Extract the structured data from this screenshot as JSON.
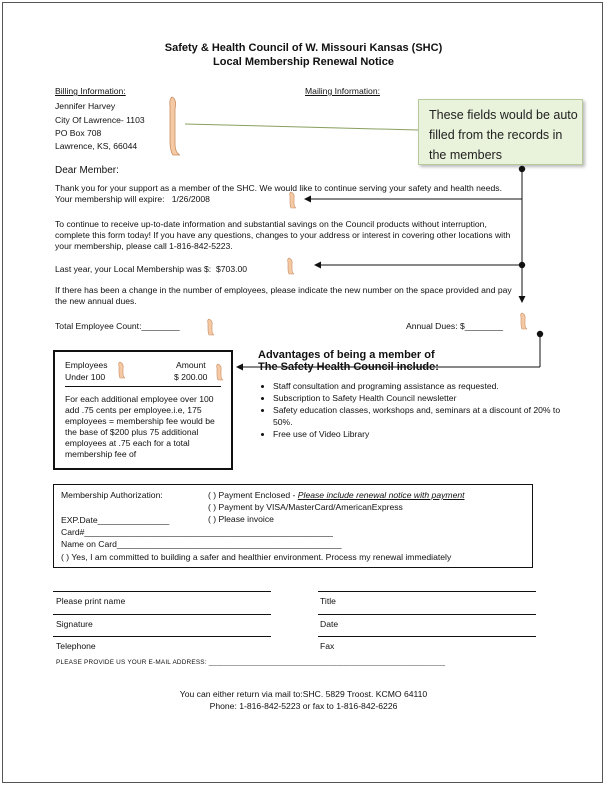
{
  "header": {
    "title_line1": "Safety & Health Council of W. Missouri  Kansas (SHC)",
    "title_line2": "Local Membership Renewal Notice"
  },
  "billing": {
    "heading": "Billing Information:",
    "lines": [
      "Jennifer  Harvey",
      "City Of Lawrence- 1103",
      "PO Box 708",
      "Lawrence,  KS,  66044"
    ]
  },
  "mailing": {
    "heading": "Mailing Information:"
  },
  "callout": {
    "text": "These fields would be auto filled from the records in the members"
  },
  "letter": {
    "greeting": "Dear Member:",
    "para1": "Thank you for your support as a member of the SHC. We would like to continue serving your safety and health needs.  Your membership will expire:",
    "expire_date": "1/26/2008",
    "para2": "To continue to receive up-to-date information and substantial savings on the Council products without interruption, complete this form today! If you have any questions, changes to your address or interest in covering other locations with your membership, please call 1-816-842-5223.",
    "last_year_label": "Last year, your Local Membership was $:",
    "last_year_amount": "$703.00",
    "para3": "If there has been a change in the number of employees, please indicate the new number on the space provided and pay the new annual dues.",
    "employee_count_label": "Total Employee Count:________",
    "annual_dues_label": "Annual Dues: $________"
  },
  "fee_box": {
    "col1_header": "Employees",
    "col2_header": "Amount",
    "row_employees": "Under 100",
    "row_amount": "$ 200.00",
    "note": "For each additional employee over 100 add .75 cents per employee.i.e, 175 employees = membership fee would be the base of $200 plus 75 additional employees at .75 each for a total membership fee of"
  },
  "advantages": {
    "title_line1": "Advantages of being a member of",
    "title_line2": "The Safety  Health Council include:",
    "items": [
      "Staff consultation and programing assistance as requested.",
      "Subscription to Safety  Health Council newsletter",
      "Safety education classes, workshops and, seminars at a discount of 20% to 50%.",
      "Free use of Video Library"
    ]
  },
  "authorization": {
    "label": "Membership Authorization:",
    "option1_prefix": "(  ) Payment Enclosed - ",
    "option1_note": "Please include renewal notice with payment",
    "option2": "(  ) Payment by VISA/MasterCard/AmericanExpress",
    "option3": "(  ) Please invoice",
    "exp_date": "EXP.Date_______________",
    "card": "Card#____________________________________________________",
    "name_on_card": "Name on Card_______________________________________________",
    "commit": "(  ) Yes, I am committed to building a safer and healthier environment. Process my renewal immediately"
  },
  "signature": {
    "print_name": "Please print name",
    "title": "Title",
    "signature": "Signature",
    "date": "Date",
    "telephone": "Telephone",
    "fax": "Fax",
    "email_label": "PLEASE PROVIDE US YOUR E-MAIL ADDRESS: _______________________________________________________________"
  },
  "footer": {
    "line1": "You can either return via mail to:SHC. 5829 Troost.  KCMO 64110",
    "line2": "Phone: 1-816-842-5223 or fax to 1-816-842-6226"
  },
  "colors": {
    "callout_bg": "#e9f2da",
    "callout_border": "#b6c99a",
    "hand": "#f4c9a4"
  },
  "icons": {
    "pointer": "pointing-hand-icon"
  }
}
